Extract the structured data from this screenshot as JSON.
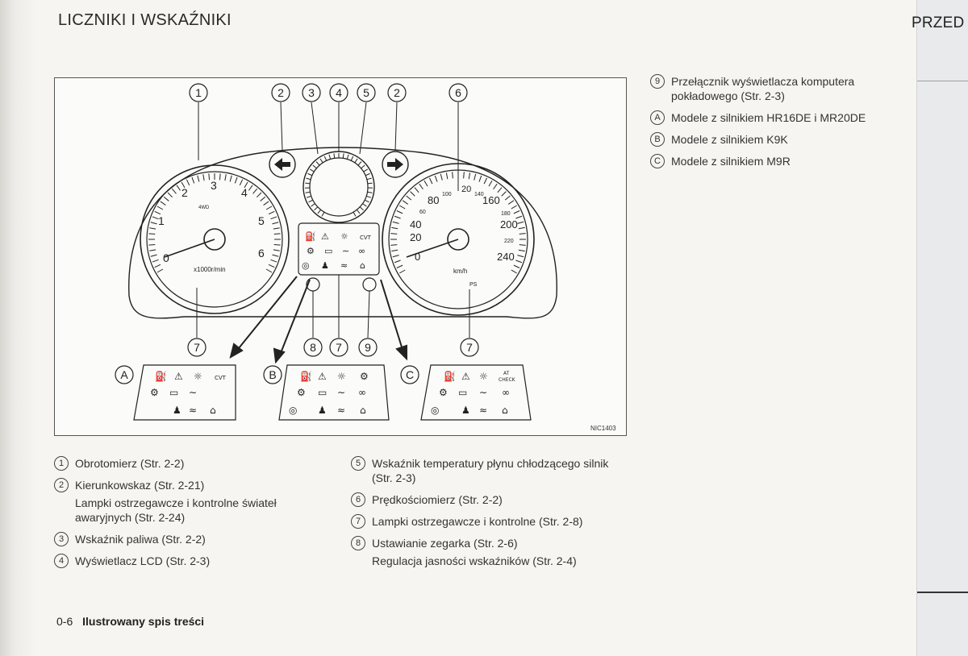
{
  "page": {
    "title": "LICZNIKI I WSKAŹNIKI",
    "side_tab": "PRZED"
  },
  "figure": {
    "code": "NIC1403",
    "callouts_top": [
      "1",
      "2",
      "3",
      "4",
      "5",
      "2",
      "6"
    ],
    "callouts_bottom": [
      "7",
      "8",
      "7",
      "9",
      "7"
    ],
    "variant_labels": [
      "A",
      "B",
      "C"
    ],
    "tacho": {
      "numbers": [
        "1",
        "2",
        "3",
        "4",
        "5",
        "6",
        "0"
      ],
      "unit": "x1000r/min",
      "mode": "4WD"
    },
    "speedo": {
      "numbers_outer": [
        "20",
        "40",
        "80",
        "160",
        "200",
        "240",
        "0"
      ],
      "numbers_inner": [
        "20",
        "60",
        "100",
        "140",
        "180",
        "220"
      ],
      "unit": "km/h",
      "sub": "PS"
    },
    "center_panel": {
      "cvt": "CVT"
    },
    "panel_a": {
      "cvt": "CVT"
    },
    "panel_c": {
      "at_check_1": "AT",
      "at_check_2": "CHECK"
    }
  },
  "legend_left": [
    {
      "num": "1",
      "text": "Obrotomierz (Str. 2-2)"
    },
    {
      "num": "2",
      "text": "Kierunkowskaz (Str. 2-21)",
      "sub": "Lampki ostrzegawcze i kontrolne świateł awaryjnych (Str. 2-24)"
    },
    {
      "num": "3",
      "text": "Wskaźnik paliwa (Str. 2-2)"
    },
    {
      "num": "4",
      "text": "Wyświetlacz LCD (Str. 2-3)"
    }
  ],
  "legend_mid": [
    {
      "num": "5",
      "text": "Wskaźnik temperatury płynu chłodzącego silnik (Str. 2-3)"
    },
    {
      "num": "6",
      "text": "Prędkościomierz (Str. 2-2)"
    },
    {
      "num": "7",
      "text": "Lampki ostrzegawcze i kontrolne (Str. 2-8)"
    },
    {
      "num": "8",
      "text": "Ustawianie zegarka (Str. 2-6)",
      "sub": "Regulacja jasności wskaźników (Str. 2-4)"
    }
  ],
  "legend_right": [
    {
      "num": "9",
      "text": "Przełącznik wyświetlacza komputera pokładowego (Str. 2-3)"
    },
    {
      "num": "A",
      "text": "Modele z silnikiem HR16DE i MR20DE"
    },
    {
      "num": "B",
      "text": "Modele z silnikiem K9K"
    },
    {
      "num": "C",
      "text": "Modele z silnikiem M9R"
    }
  ],
  "footer": {
    "page_number": "0-6",
    "title": "Ilustrowany spis treści"
  }
}
